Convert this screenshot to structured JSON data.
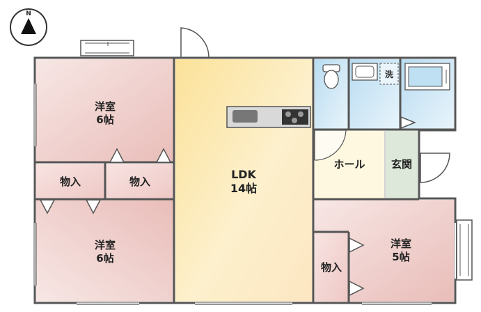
{
  "compass": {
    "letter": "N"
  },
  "rooms": {
    "western_room_top": {
      "name": "洋室",
      "size": "6帖"
    },
    "western_room_bottom": {
      "name": "洋室",
      "size": "6帖"
    },
    "western_room_right": {
      "name": "洋室",
      "size": "5帖"
    },
    "ldk": {
      "name": "LDK",
      "size": "14帖"
    },
    "storage_left": {
      "name": "物入"
    },
    "storage_middle": {
      "name": "物入"
    },
    "storage_right": {
      "name": "物入"
    },
    "hall": {
      "name": "ホール"
    },
    "entrance": {
      "name": "玄関"
    },
    "washer": {
      "name": "洗"
    }
  },
  "colors": {
    "bedroom_fill": "#f0d2d0",
    "ldk_fill": "#fbe7b6",
    "water_fill": "#cfe7f5",
    "entrance_fill": "#dde8da",
    "hall_fill": "#fdf8df",
    "wall": "#555555"
  }
}
